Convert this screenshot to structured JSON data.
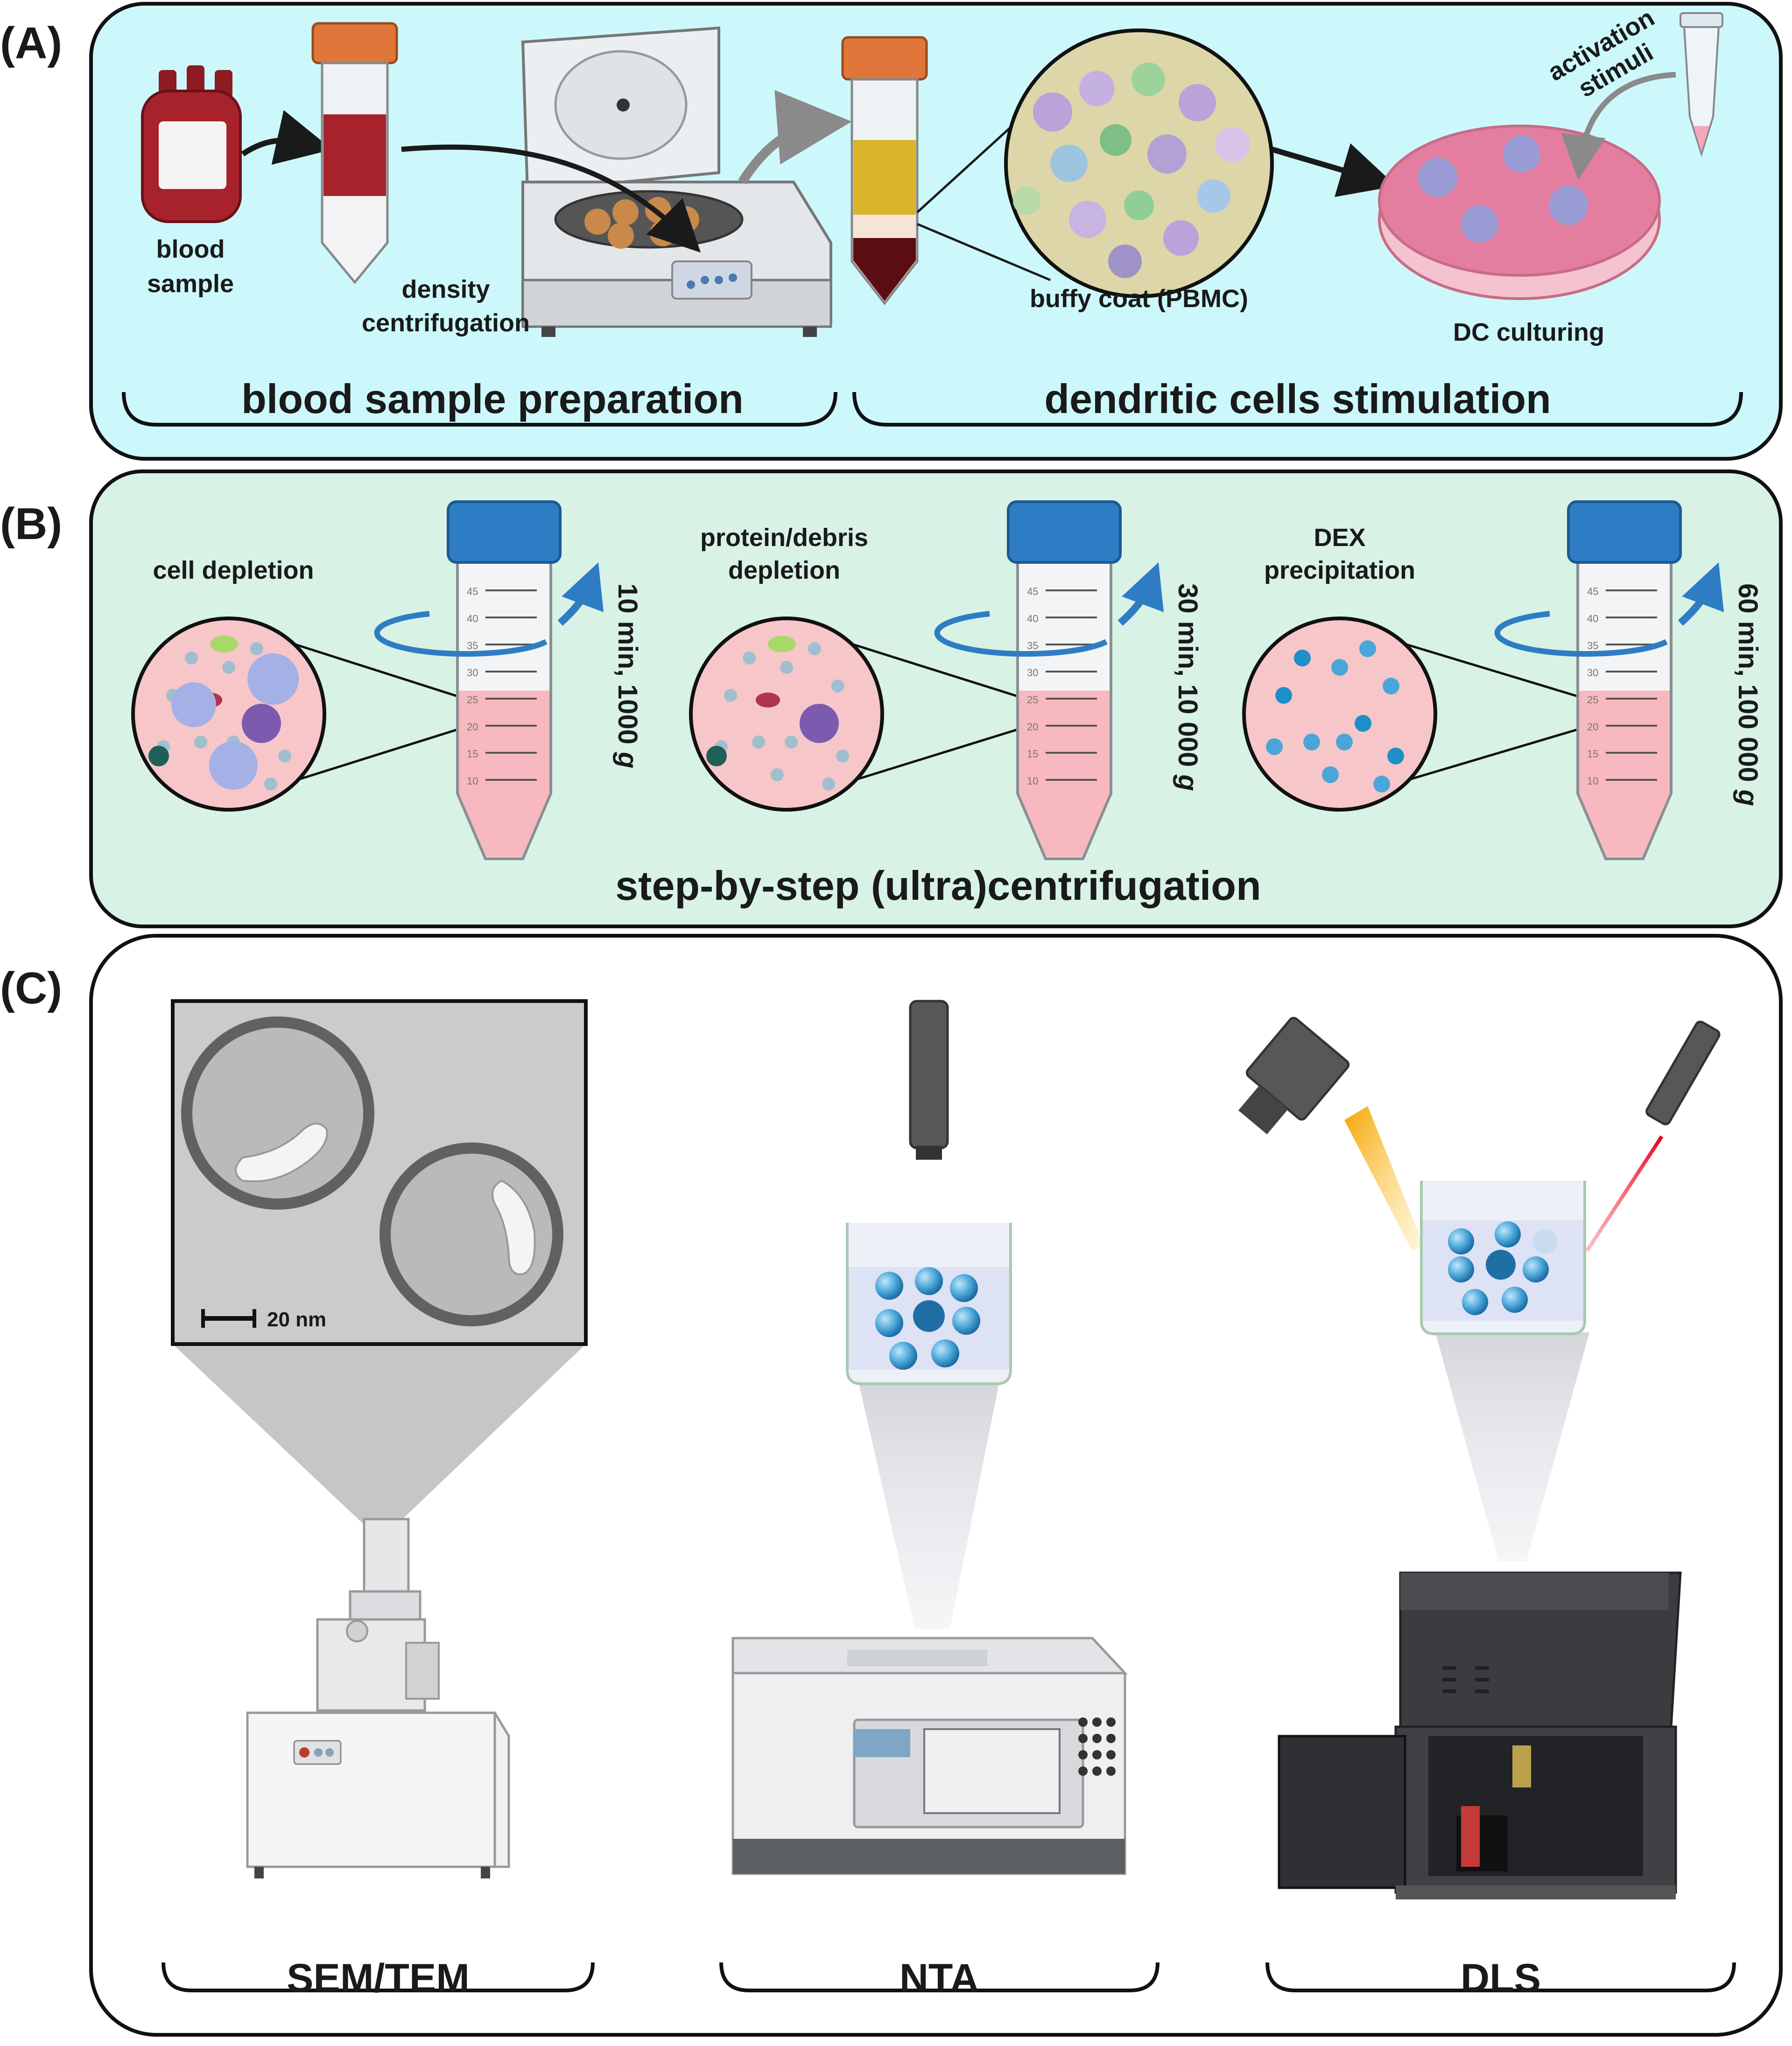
{
  "panels": [
    {
      "letter": "(A)"
    },
    {
      "letter": "(B)"
    },
    {
      "letter": "(C)"
    }
  ],
  "panel_a": {
    "blood_sample": [
      "blood",
      "sample"
    ],
    "density_centrifugation": [
      "density",
      "centrifugation"
    ],
    "buffy_coat": "buffy coat (PBMC)",
    "activation_stimuli": [
      "activation",
      "stimuli"
    ],
    "dc_culturing": "DC culturing",
    "section_left": "blood sample preparation",
    "section_right": "dendritic cells stimulation"
  },
  "panel_b": {
    "steps": [
      {
        "label": [
          "cell depletion"
        ],
        "speed": "10 min, 1000 ",
        "g": "g"
      },
      {
        "label": [
          "protein/debris",
          "depletion"
        ],
        "speed": "30 min, 10 000 ",
        "g": "g"
      },
      {
        "label": [
          "DEX",
          "precipitation"
        ],
        "speed": "60 min, 100 000 ",
        "g": "g"
      }
    ],
    "tube_ticks": [
      "45",
      "40",
      "35",
      "30",
      "25",
      "20",
      "15",
      "10"
    ],
    "section": "step-by-step (ultra)centrifugation"
  },
  "panel_c": {
    "scale_bar": "20 nm",
    "techniques": [
      "SEM/TEM",
      "NTA",
      "DLS"
    ]
  },
  "colors": {
    "panel_a_bg": "#ccf8fb",
    "panel_b_bg": "#d8f2e6",
    "tube_cap_blue": "#2e7dc4",
    "tube_cap_orange": "#e0763a",
    "liquid_pink": "#f7b8bf",
    "blood_red": "#8e1b22",
    "particle_blue": "#4aa6d8"
  }
}
